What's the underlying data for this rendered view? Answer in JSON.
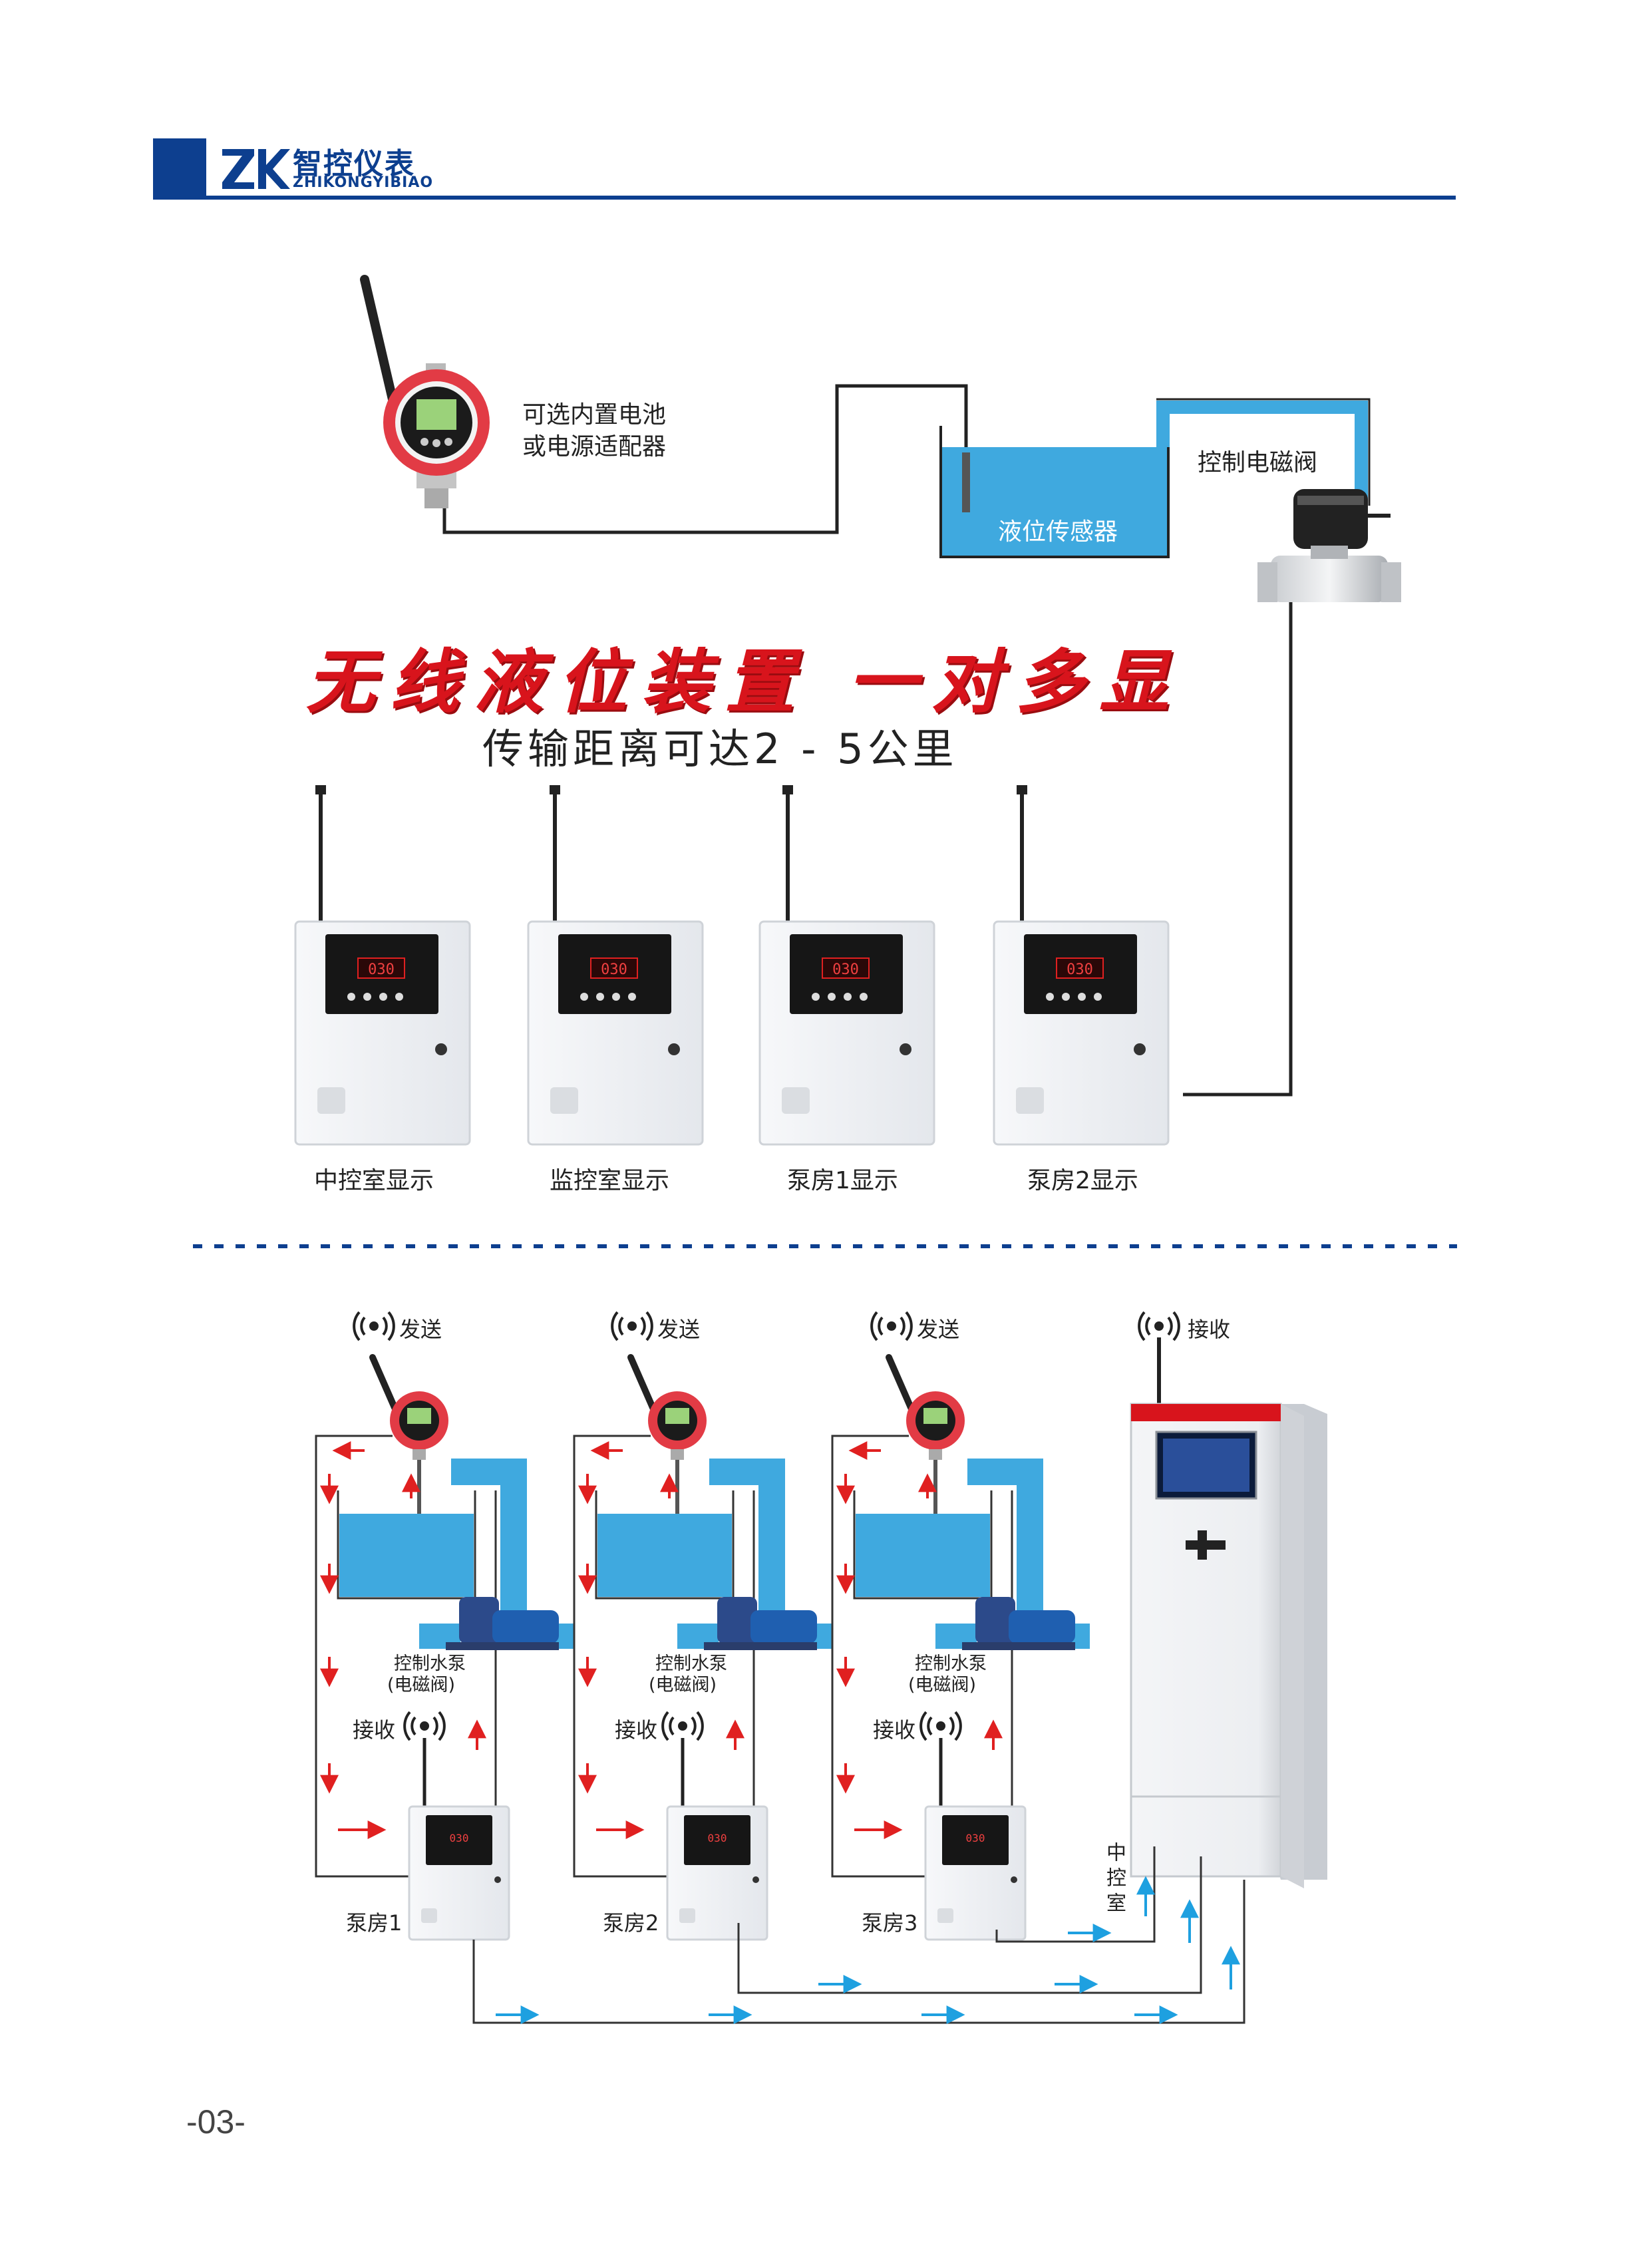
{
  "header": {
    "brand_cn": "智控仪表",
    "brand_en": "ZHIKONGYIBIAO",
    "logo_mark": "ZK",
    "brand_color": "#0d3f8f"
  },
  "top_diagram": {
    "transmitter_note_line1": "可选内置电池",
    "transmitter_note_line2": "或电源适配器",
    "sensor_label": "液位传感器",
    "valve_label": "控制电磁阀",
    "headline": "无线液位装置 一对多显",
    "subheadline": "传输距离可达2 - 5公里",
    "displays": [
      {
        "label": "中控室显示",
        "reading": "030"
      },
      {
        "label": "监控室显示",
        "reading": "030"
      },
      {
        "label": "泵房1显示",
        "reading": "030"
      },
      {
        "label": "泵房2显示",
        "reading": "030"
      }
    ],
    "headline_color": "#d8141c",
    "water_color": "#3fa9df"
  },
  "bottom_diagram": {
    "stations": [
      {
        "send_label": "发送",
        "pump_label_line1": "控制水泵",
        "pump_label_line2": "(电磁阀)",
        "receive_label": "接收",
        "room_label": "泵房1",
        "reading": "030"
      },
      {
        "send_label": "发送",
        "pump_label_line1": "控制水泵",
        "pump_label_line2": "(电磁阀)",
        "receive_label": "接收",
        "room_label": "泵房2",
        "reading": "030"
      },
      {
        "send_label": "发送",
        "pump_label_line1": "控制水泵",
        "pump_label_line2": "(电磁阀)",
        "receive_label": "接收",
        "room_label": "泵房3",
        "reading": "030"
      }
    ],
    "cabinet_receive_label": "接收",
    "cabinet_room_label": "中控室",
    "arrow_red": "#e02020",
    "arrow_blue": "#1ea0e0"
  },
  "footer": {
    "page_number": "-03-"
  }
}
